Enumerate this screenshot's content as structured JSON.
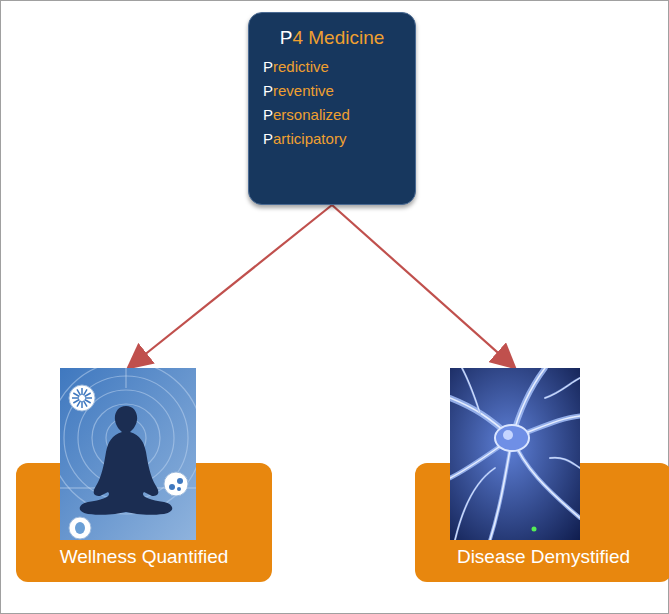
{
  "diagram": {
    "nodes": [
      {
        "text": [
          "P4 Medicine",
          "Predictive",
          "Preventive",
          "Personalized",
          "Participatory"
        ]
      },
      {
        "text": [
          "Wellness Quantified"
        ]
      },
      {
        "text": [
          "Disease Demystified"
        ]
      }
    ],
    "edges": [
      {
        "from": 0,
        "to": 1,
        "arrow": "to"
      },
      {
        "from": 0,
        "to": 2,
        "arrow": "to"
      }
    ]
  }
}
